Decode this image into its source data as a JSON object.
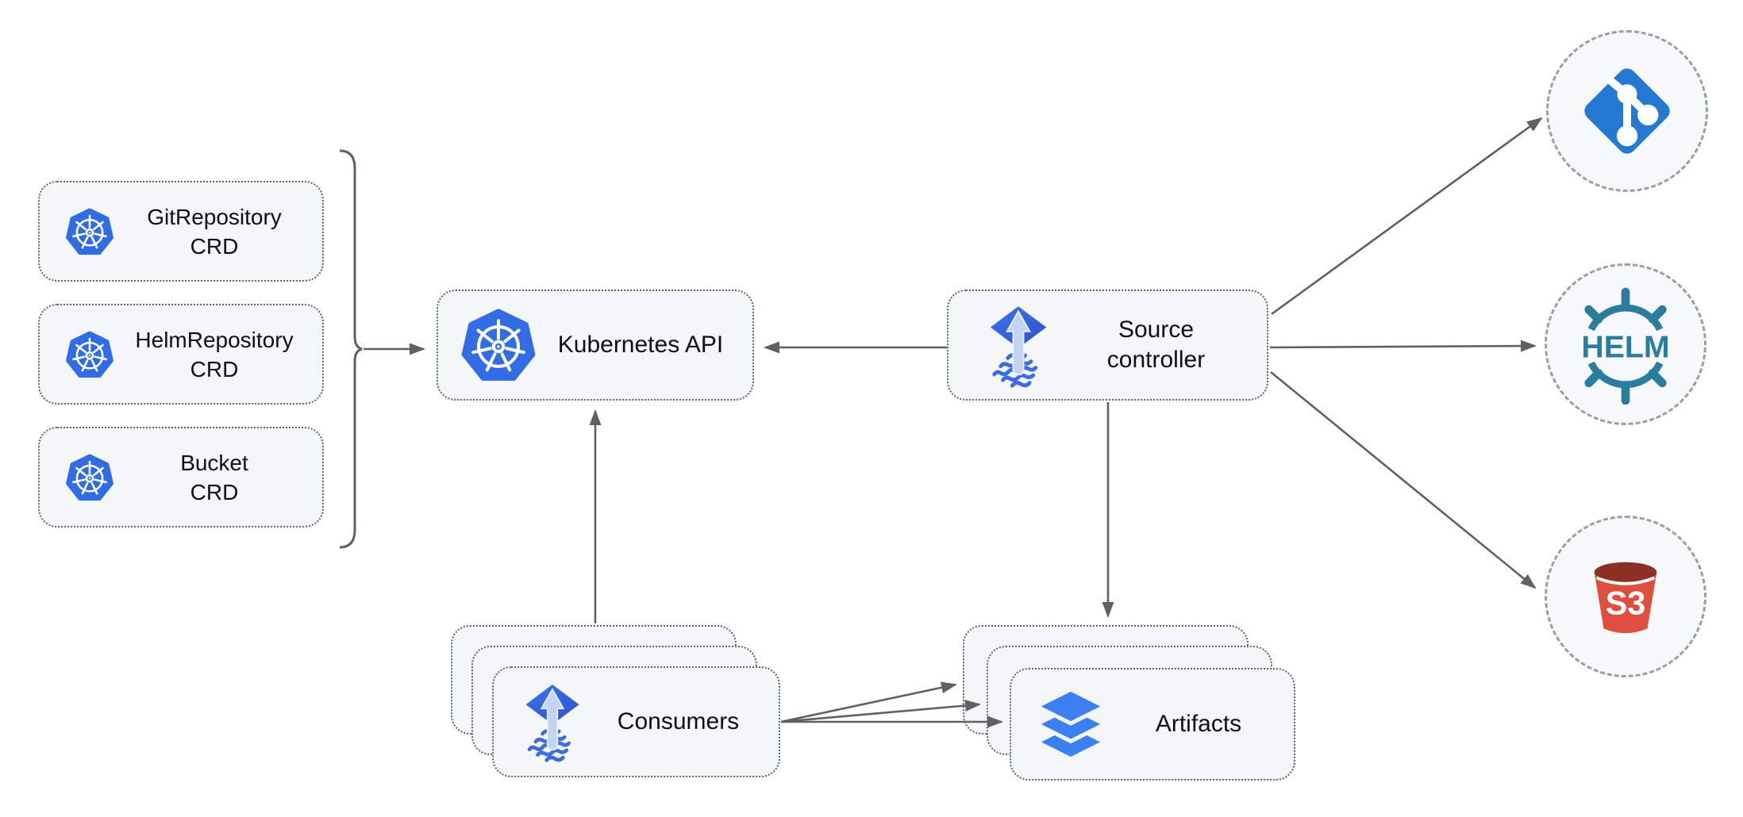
{
  "diagram": {
    "crd_nodes": [
      {
        "icon": "kubernetes-icon",
        "line1": "GitRepository",
        "line2": "CRD"
      },
      {
        "icon": "kubernetes-icon",
        "line1": "HelmRepository",
        "line2": "CRD"
      },
      {
        "icon": "kubernetes-icon",
        "line1": "Bucket",
        "line2": "CRD"
      }
    ],
    "kubernetes_api": {
      "icon": "kubernetes-icon",
      "label": "Kubernetes API"
    },
    "source_controller": {
      "icon": "flux-source-icon",
      "line1": "Source",
      "line2": "controller"
    },
    "consumers": {
      "icon": "flux-source-icon",
      "label": "Consumers",
      "stack_count": 3
    },
    "artifacts": {
      "icon": "layers-icon",
      "label": "Artifacts",
      "stack_count": 3
    },
    "external_sources": {
      "git": {
        "icon": "git-icon"
      },
      "helm": {
        "icon": "helm-wheel-icon",
        "label": "HELM"
      },
      "s3": {
        "icon": "s3-bucket-icon",
        "label": "S3"
      }
    },
    "colors": {
      "kubernetes_blue": "#326ce5",
      "flux_blue": "#2e5fdd",
      "flux_arrow_light": "#c3d4f3",
      "git_blue": "#2479d3",
      "helm_teal": "#2b7d9e",
      "s3_red": "#de4f3f",
      "s3_dark_red": "#8c3123",
      "layers_blue": "#3b80ef",
      "arrow_gray": "#616161",
      "node_fill": "#f5f6f8"
    }
  }
}
